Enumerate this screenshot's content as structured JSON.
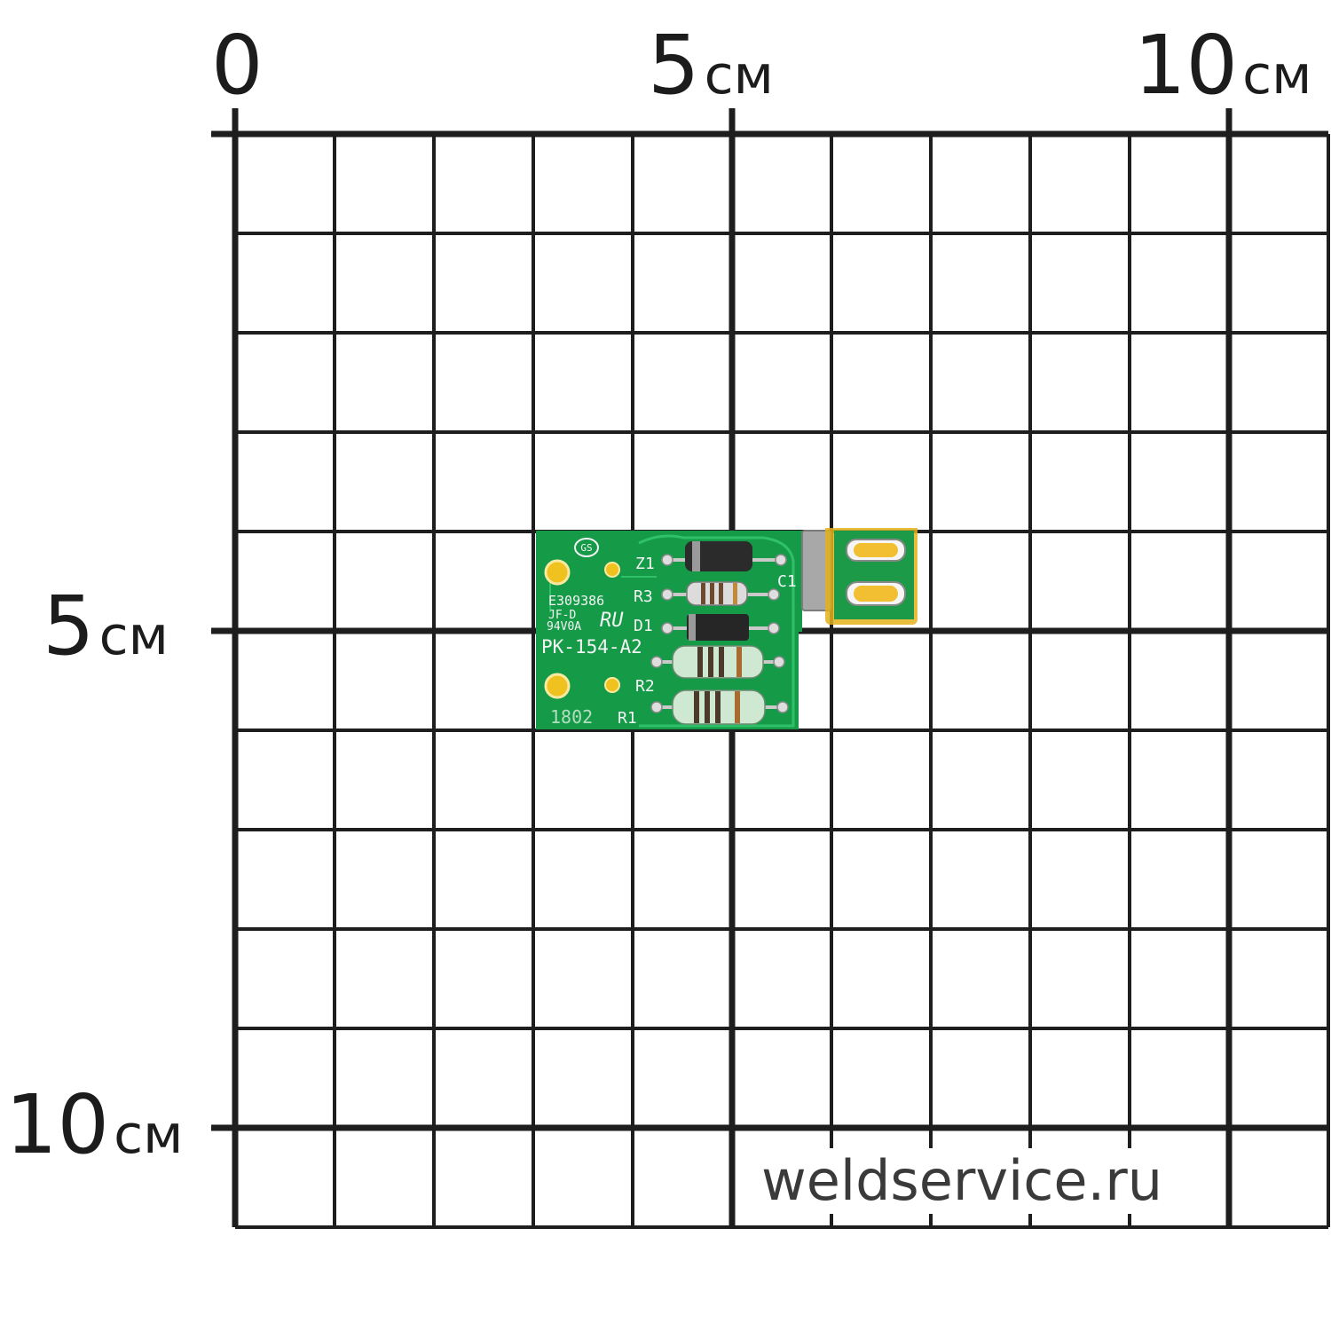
{
  "scale": {
    "top": {
      "zero": "0",
      "five": {
        "value": "5",
        "unit": "см"
      },
      "ten": {
        "value": "10",
        "unit": "см"
      }
    },
    "left": {
      "five": {
        "value": "5",
        "unit": "см"
      },
      "ten": {
        "value": "10",
        "unit": "см"
      }
    }
  },
  "board": {
    "silkscreen": {
      "cert_mark": "GS",
      "ul_file": "E309386",
      "rating_1": "JF-D",
      "rating_2": "94V0A",
      "ul_logo": "RU",
      "part_no": "PK-154-A2",
      "date_code": "1802"
    },
    "component_labels": [
      "Z1",
      "R3",
      "D1",
      "R2",
      "R1",
      "C1"
    ]
  },
  "colors": {
    "grid": "#1e1e1e",
    "pcb": "#159a48",
    "silk": "#f4f4f4",
    "pad": "#f0c21f",
    "capacitor": "#a8a8a8",
    "tape": "#e3b21c"
  },
  "watermark": "weldservice.ru"
}
